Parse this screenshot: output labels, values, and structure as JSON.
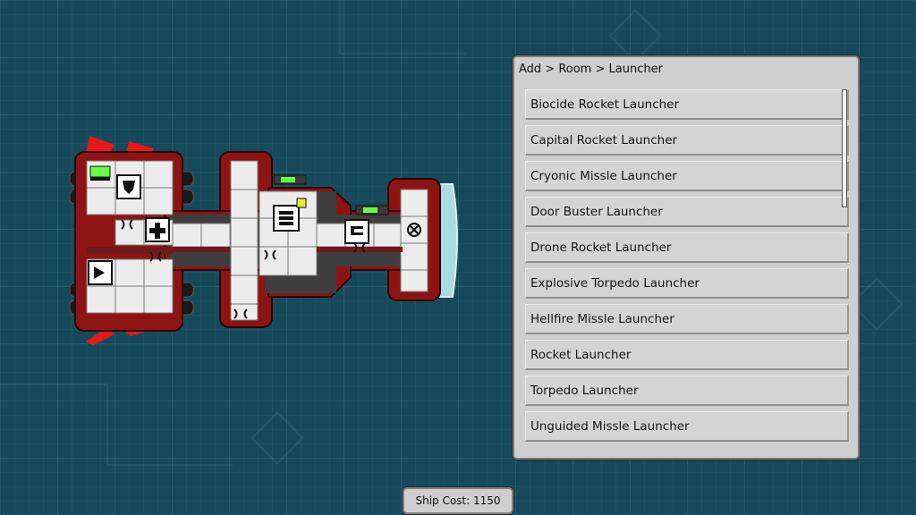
{
  "panel": {
    "breadcrumb": "Add > Room > Launcher",
    "items": [
      {
        "label": "Biocide Rocket Launcher"
      },
      {
        "label": "Capital Rocket Launcher"
      },
      {
        "label": "Cryonic Missle Launcher"
      },
      {
        "label": "Door Buster Launcher"
      },
      {
        "label": "Drone Rocket Launcher"
      },
      {
        "label": "Explosive Torpedo Launcher"
      },
      {
        "label": "Hellfire Missle Launcher"
      },
      {
        "label": "Rocket Launcher"
      },
      {
        "label": "Torpedo Launcher"
      },
      {
        "label": "Unguided Missle Launcher"
      }
    ]
  },
  "footer": {
    "ship_cost": "Ship Cost: 1150"
  },
  "colors": {
    "background": "#164a5a",
    "hull_red": "#8e1414",
    "panel_grey": "#cfcfcf",
    "thruster_red": "#e61818",
    "shield_cyan": "#a8dce2",
    "system_green": "#66ff44",
    "system_yellow": "#eaea3a"
  }
}
